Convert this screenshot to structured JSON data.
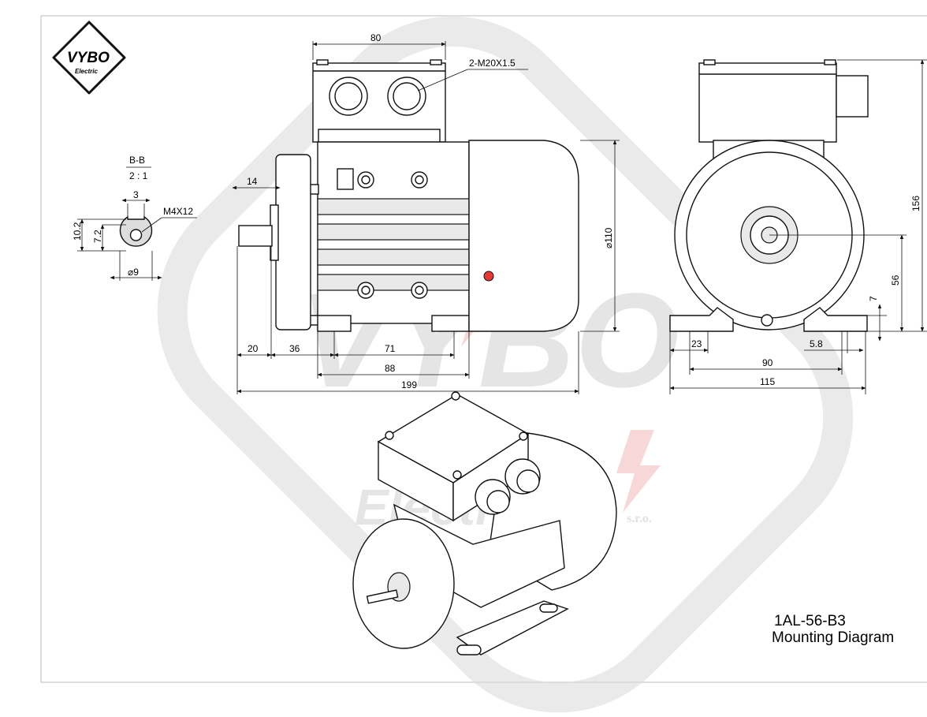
{
  "logo": {
    "wordmark": "VYBO",
    "subtitle": "Electric"
  },
  "watermark": {
    "text": "VYBO",
    "subtext": "Electric",
    "suffix": "s.r.o."
  },
  "section": {
    "label": "B-B",
    "scale": "2 : 1",
    "key_width": "3",
    "height_total": "10.2",
    "height_flat": "7.2",
    "thread": "M4X12",
    "diameter": "⌀9"
  },
  "side_view": {
    "box_width": "80",
    "glands": "2-M20X1.5",
    "shaft_len": "14",
    "dia": "⌀110",
    "d20": "20",
    "d36": "36",
    "d71": "71",
    "d88": "88",
    "d199": "199"
  },
  "end_view": {
    "height_total": "156",
    "shaft_height": "56",
    "foot_thick": "7",
    "d23": "23",
    "d5_8": "5.8",
    "d90": "90",
    "d115": "115"
  },
  "caption": {
    "model": "1AL-56-B3",
    "title": "Mounting Diagram"
  },
  "colors": {
    "line": "#111111",
    "frame": "#bdbdbd",
    "watermark": "#d9d9d9",
    "accent": "#e53935"
  }
}
